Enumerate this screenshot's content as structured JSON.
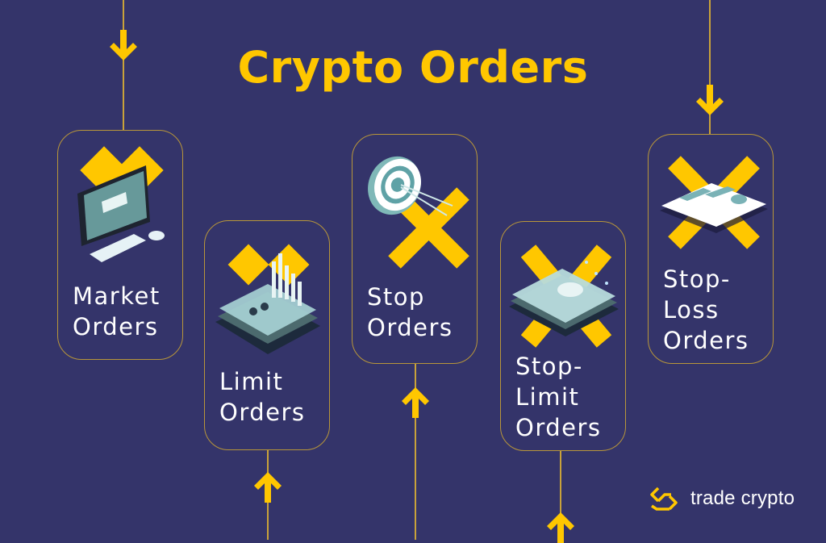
{
  "title": "Crypto Orders",
  "colors": {
    "background": "#34346a",
    "accent": "#ffc700",
    "card_border": "#b8963a",
    "text": "#ffffff"
  },
  "cards": [
    {
      "label": "Market\nOrders",
      "icon": "computer-monitor-icon",
      "arrow": "down-arrow"
    },
    {
      "label": "Limit\nOrders",
      "icon": "tablet-chart-icon",
      "arrow": "up-arrow"
    },
    {
      "label": "Stop\nOrders",
      "icon": "target-dart-icon",
      "arrow": "up-arrow"
    },
    {
      "label": "Stop-\nLimit\nOrders",
      "icon": "tablet-pie-chart-icon",
      "arrow": "up-arrow"
    },
    {
      "label": "Stop-\nLoss\nOrders",
      "icon": "documents-report-icon",
      "arrow": "down-arrow"
    }
  ],
  "logo": {
    "text": "trade crypto",
    "icon": "trade-crypto-logo-icon"
  }
}
